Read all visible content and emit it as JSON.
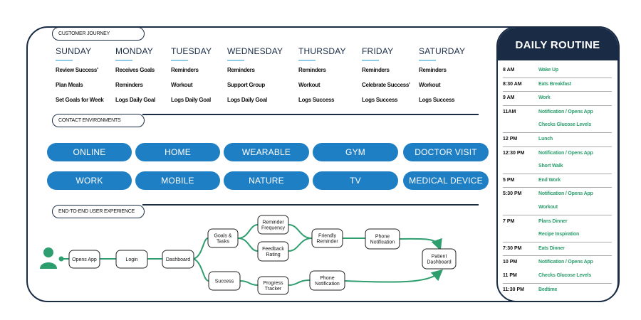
{
  "sections": {
    "customer_journey": "CUSTOMER JOURNEY",
    "contact_environments": "CONTACT ENVIRONMENTS",
    "end_to_end": "END-TO-END USER EXPERIENCE"
  },
  "days": [
    {
      "name": "SUNDAY",
      "items": [
        "Review Success'",
        "Plan Meals",
        "Set Goals for Week"
      ]
    },
    {
      "name": "MONDAY",
      "items": [
        "Receives Goals",
        "Reminders",
        "Logs Daily Goal"
      ]
    },
    {
      "name": "TUESDAY",
      "items": [
        "Reminders",
        "Workout",
        "Logs Daily Goal"
      ]
    },
    {
      "name": "WEDNESDAY",
      "items": [
        "Reminders",
        "Support Group",
        "Logs Daily Goal"
      ]
    },
    {
      "name": "THURSDAY",
      "items": [
        "Reminders",
        "Workout",
        "Logs Success"
      ]
    },
    {
      "name": "FRIDAY",
      "items": [
        "Reminders",
        "Celebrate Success'",
        "Logs Success"
      ]
    },
    {
      "name": "SATURDAY",
      "items": [
        "Reminders",
        "Workout",
        "Logs Success"
      ]
    }
  ],
  "environments": [
    "ONLINE",
    "HOME",
    "WEARABLE",
    "GYM",
    "DOCTOR VISIT",
    "WORK",
    "MOBILE",
    "NATURE",
    "TV",
    "MEDICAL DEVICE"
  ],
  "flow": {
    "opens_app": "Opens App",
    "login": "Login",
    "dashboard": "Dashboard",
    "goals_tasks": [
      "Goals &",
      "Tasks"
    ],
    "reminder_frequency": [
      "Reminder",
      "Frequency"
    ],
    "feedback_rating": [
      "Feedback",
      "Rating"
    ],
    "friendly_reminder": [
      "Friendly",
      "Reminder"
    ],
    "phone_notification_1": [
      "Phone",
      "Notification"
    ],
    "patient_dashboard": [
      "Patient",
      "Dashboard"
    ],
    "success": "Success",
    "progress_tracker": [
      "Progress",
      "Tracker"
    ],
    "phone_notification_2": [
      "Phone",
      "Notification"
    ]
  },
  "colors": {
    "navy": "#1a2b45",
    "blue": "#1f7fc4",
    "green": "#2e9e6e",
    "accent_underline": "#8fcbe6"
  },
  "routine": {
    "title": "DAILY ROUTINE",
    "entries": [
      {
        "time": "8 AM",
        "activities": [
          "Wake Up"
        ]
      },
      {
        "time": "8:30 AM",
        "activities": [
          "Eats Breakfast"
        ]
      },
      {
        "time": "9 AM",
        "activities": [
          "Work"
        ]
      },
      {
        "time": "11AM",
        "activities": [
          "Notification / Opens App",
          "Checks Glucose Levels"
        ]
      },
      {
        "time": "12 PM",
        "activities": [
          "Lunch"
        ]
      },
      {
        "time": "12:30 PM",
        "activities": [
          "Notification / Opens App",
          "Short Walk"
        ]
      },
      {
        "time": "5 PM",
        "activities": [
          "End Work"
        ]
      },
      {
        "time": "5:30 PM",
        "activities": [
          "Notification / Opens App",
          "Workout"
        ]
      },
      {
        "time": "7 PM",
        "activities": [
          "Plans Dinner",
          "Recipe Inspiration"
        ]
      },
      {
        "time": "7:30 PM",
        "activities": [
          "Eats Dinner"
        ]
      },
      {
        "time": "10 PM",
        "activities": [
          "Notification / Opens App"
        ]
      },
      {
        "time": "11 PM",
        "activities": [
          "Checks Glucose Levels"
        ]
      },
      {
        "time": "11:30 PM",
        "activities": [
          "Bedtime"
        ]
      }
    ]
  }
}
